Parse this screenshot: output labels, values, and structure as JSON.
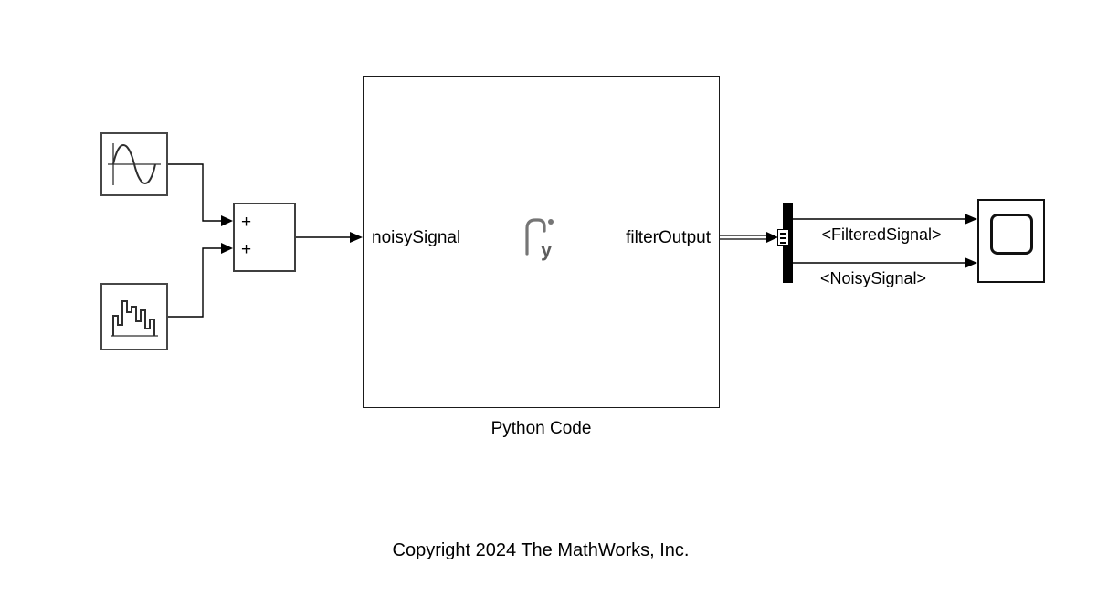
{
  "diagram": {
    "python_block": {
      "title": "Python Code",
      "input_port_label": "noisySignal",
      "output_port_label": "filterOutput",
      "icon": "python-icon",
      "icon_letter": "y"
    },
    "sum_block": {
      "top_sign": "+",
      "bottom_sign": "+"
    },
    "source_blocks": {
      "sine": {
        "icon": "sine-wave-icon"
      },
      "noise": {
        "icon": "noise-signal-icon"
      }
    },
    "bus_selector": {
      "icon": "bus-port-icon"
    },
    "scope_block": {
      "icon": "scope-display-icon"
    },
    "signal_labels": {
      "filtered": "<FilteredSignal>",
      "noisy": "<NoisySignal>"
    },
    "copyright": "Copyright 2024 The MathWorks, Inc.",
    "colors": {
      "background": "#ffffff",
      "block_border": "#3f3f3f",
      "wire": "#000000",
      "python_icon_gray": "#757575"
    }
  }
}
